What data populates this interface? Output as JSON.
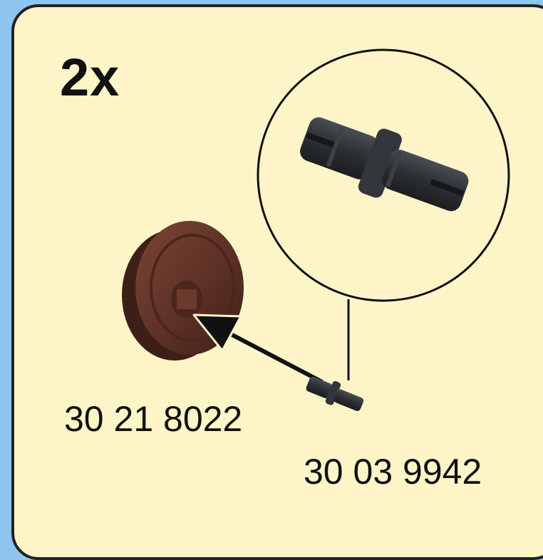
{
  "step": {
    "quantity": "2x"
  },
  "parts": [
    {
      "id": "30 21 8022",
      "name": "wheel",
      "color": "#5a2f24"
    },
    {
      "id": "30 03 9942",
      "name": "axle-pin",
      "color": "#2c2f33"
    }
  ],
  "colors": {
    "background": "#8ec5ee",
    "panel": "#fdf5c8",
    "outline": "#222222"
  }
}
